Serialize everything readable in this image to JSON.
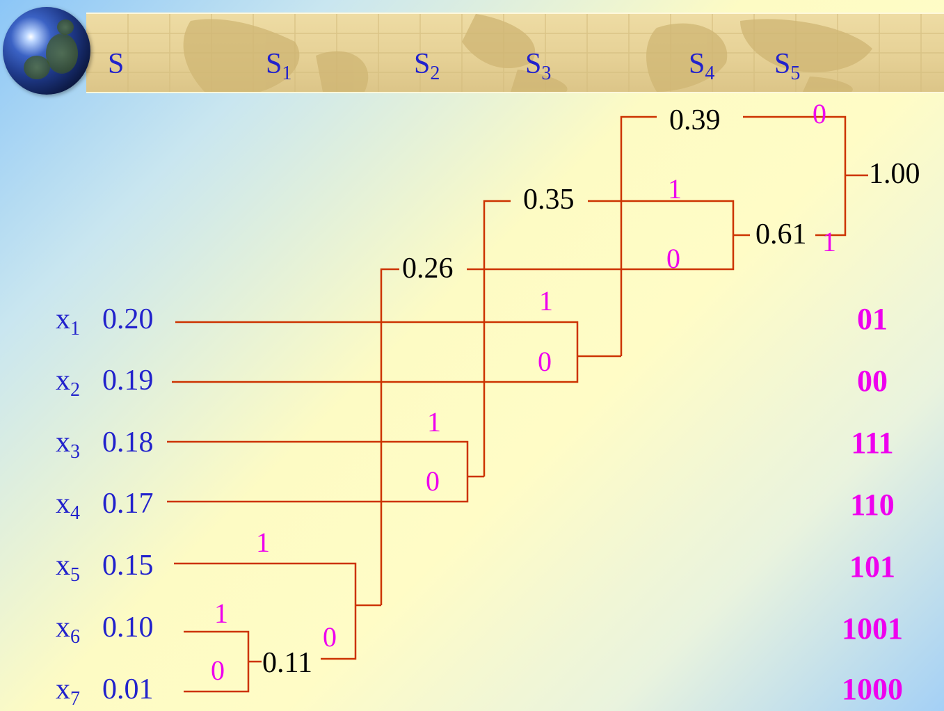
{
  "stages": [
    {
      "base": "S",
      "sub": ""
    },
    {
      "base": "S",
      "sub": "1"
    },
    {
      "base": "S",
      "sub": "2"
    },
    {
      "base": "S",
      "sub": "3"
    },
    {
      "base": "S",
      "sub": "4"
    },
    {
      "base": "S",
      "sub": "5"
    }
  ],
  "symbols": [
    {
      "name": "x",
      "sub": "1",
      "prob": "0.20",
      "code": "01"
    },
    {
      "name": "x",
      "sub": "2",
      "prob": "0.19",
      "code": "00"
    },
    {
      "name": "x",
      "sub": "3",
      "prob": "0.18",
      "code": "111"
    },
    {
      "name": "x",
      "sub": "4",
      "prob": "0.17",
      "code": "110"
    },
    {
      "name": "x",
      "sub": "5",
      "prob": "0.15",
      "code": "101"
    },
    {
      "name": "x",
      "sub": "6",
      "prob": "0.10",
      "code": "1001"
    },
    {
      "name": "x",
      "sub": "7",
      "prob": "0.01",
      "code": "1000"
    }
  ],
  "merge_nodes": {
    "n011": "0.11",
    "n026": "0.26",
    "n035": "0.35",
    "n039": "0.39",
    "n061": "0.61",
    "n100": "1.00"
  },
  "branch_bits": {
    "x6": "1",
    "x7": "0",
    "x5": "1",
    "n011": "0",
    "x3": "1",
    "x4": "0",
    "x1": "1",
    "x2": "0",
    "n035": "1",
    "n026": "0",
    "n039": "0",
    "n061": "1"
  },
  "colors": {
    "line": "#cc3300",
    "symbol_text": "#2222cc",
    "bit_text": "#ee00ee",
    "code_text": "#ee00ee",
    "node_text": "#000000"
  }
}
